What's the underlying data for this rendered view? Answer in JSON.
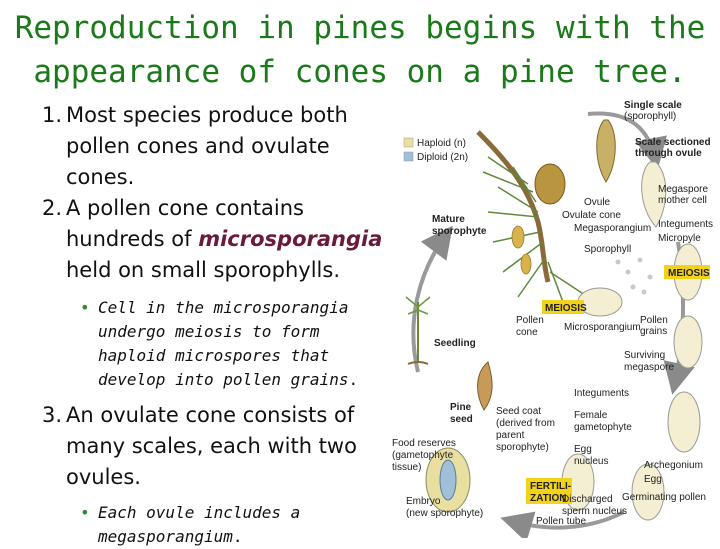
{
  "title": {
    "line1": "Reproduction in pines begins with the",
    "line2": "appearance of cones on a pine tree."
  },
  "points": [
    {
      "num": "1.",
      "line1": "Most species produce both",
      "line2": "pollen cones and ovulate",
      "line3": "cones."
    },
    {
      "num": "2.",
      "line1": "A pollen cone contains",
      "line2a": "hundreds of ",
      "line2b": "microsporangia",
      "line3": "held on small sporophylls."
    },
    {
      "num": "3.",
      "line1": "An ovulate cone consists of",
      "line2": "many scales, each with two",
      "line3": "ovules."
    }
  ],
  "subpoints": {
    "s1": {
      "l1": "Cell in the microsporangia",
      "l2": "undergo meiosis to form",
      "l3": "haploid microspores that",
      "l4": "develop into pollen grains",
      "l4end": "."
    },
    "s2": {
      "l1": "Each ovule includes a",
      "l2": "megasporangium",
      "l2end": "."
    }
  },
  "diagram": {
    "legend": {
      "haploid": "Haploid (n)",
      "diploid": "Diploid (2n)"
    },
    "labels": {
      "single_scale_1": "Single scale",
      "single_scale_2": "(sporophyll)",
      "scale_sectioned_1": "Scale sectioned",
      "scale_sectioned_2": "through ovule",
      "mature_1": "Mature",
      "mature_2": "sporophyte",
      "ovule": "Ovule",
      "ovulate_cone": "Ovulate cone",
      "megasporangium": "Megasporangium",
      "sporophyll": "Sporophyll",
      "megaspore_mother_1": "Megaspore",
      "megaspore_mother_2": "mother cell",
      "integuments_top": "Integuments",
      "micropyle": "Micropyle",
      "meiosis_right": "MEIOSIS",
      "meiosis_left": "MEIOSIS",
      "pollen_cone_1": "Pollen",
      "pollen_cone_2": "cone",
      "microsporangium": "Microsporangium",
      "pollen_grains_1": "Pollen",
      "pollen_grains_2": "grains",
      "seedling": "Seedling",
      "surviving_1": "Surviving",
      "surviving_2": "megaspore",
      "pine_seed_1": "Pine",
      "pine_seed_2": "seed",
      "integuments_bottom": "Integuments",
      "seed_coat_1": "Seed coat",
      "seed_coat_2": "(derived from",
      "seed_coat_3": "parent",
      "seed_coat_4": "sporophyte)",
      "female_1": "Female",
      "female_2": "gametophyte",
      "egg_nucleus_1": "Egg",
      "egg_nucleus_2": "nucleus",
      "food_1": "Food reserves",
      "food_2": "(gametophyte",
      "food_3": "tissue)",
      "fert_1": "FERTILI-",
      "fert_2": "ZATION",
      "archegonium": "Archegonium",
      "egg": "Egg",
      "germinating": "Germinating pollen",
      "embryo_1": "Embryo",
      "embryo_2": "(new sporophyte)",
      "discharged_1": "Discharged",
      "discharged_2": "sperm nucleus",
      "pollen_tube": "Pollen tube"
    }
  },
  "colors": {
    "title": "#1a7a1a",
    "emphasis": "#6a1b3b",
    "meiosis_box": "#f2d21a",
    "haploid": "#e8dfa0",
    "diploid": "#9ec0d8"
  }
}
